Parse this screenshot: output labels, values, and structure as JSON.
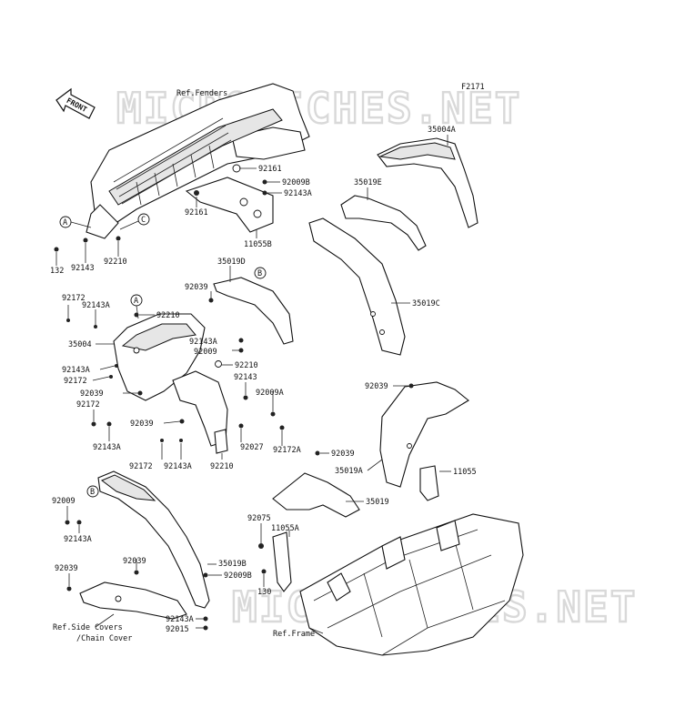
{
  "diagram_id": "F2171",
  "watermark": "MICROFICHES.NET",
  "front_arrow_label": "FRONT",
  "references": {
    "fenders": "Ref.Fenders",
    "frame": "Ref.Frame",
    "side_covers_line1": "Ref.Side Covers",
    "side_covers_line2": "/Chain Cover"
  },
  "callouts": {
    "a1": "A",
    "a2": "A",
    "b1": "B",
    "b2": "B",
    "c1": "C"
  },
  "part_labels": {
    "p35004A": "35004A",
    "p35019E": "35019E",
    "p35019C": "35019C",
    "p92161a": "92161",
    "p92161b": "92161",
    "p92009Ba": "92009B",
    "p92143Aa": "92143A",
    "p11055B": "11055B",
    "p132": "132",
    "p92143a": "92143",
    "p92210a": "92210",
    "p35019D": "35019D",
    "p92039a": "92039",
    "p92172a": "92172",
    "p92143Ab": "92143A",
    "p92210b": "92210",
    "p35004": "35004",
    "p92143Ac": "92143A",
    "p92009a": "92009",
    "p92143Ad": "92143A",
    "p92210c": "92210",
    "p92172b": "92172",
    "p92143b": "92143",
    "p92039b": "92039",
    "p92009A": "92009A",
    "p92172c": "92172",
    "p92039c": "92039",
    "p92143Ae": "92143A",
    "p92027": "92027",
    "p92172A": "92172A",
    "p92172d": "92172",
    "p92143Af": "92143A",
    "p92210d": "92210",
    "p92039d": "92039",
    "p92039e": "92039",
    "p35019A": "35019A",
    "p11055": "11055",
    "p35019": "35019",
    "p92009b": "92009",
    "p92143Ag": "92143A",
    "p92075": "92075",
    "p11055A": "11055A",
    "p92039f": "92039",
    "p35019B": "35019B",
    "p92039g": "92039",
    "p92009Bb": "92009B",
    "p130": "130",
    "p92143Ah": "92143A",
    "p92015": "92015"
  }
}
